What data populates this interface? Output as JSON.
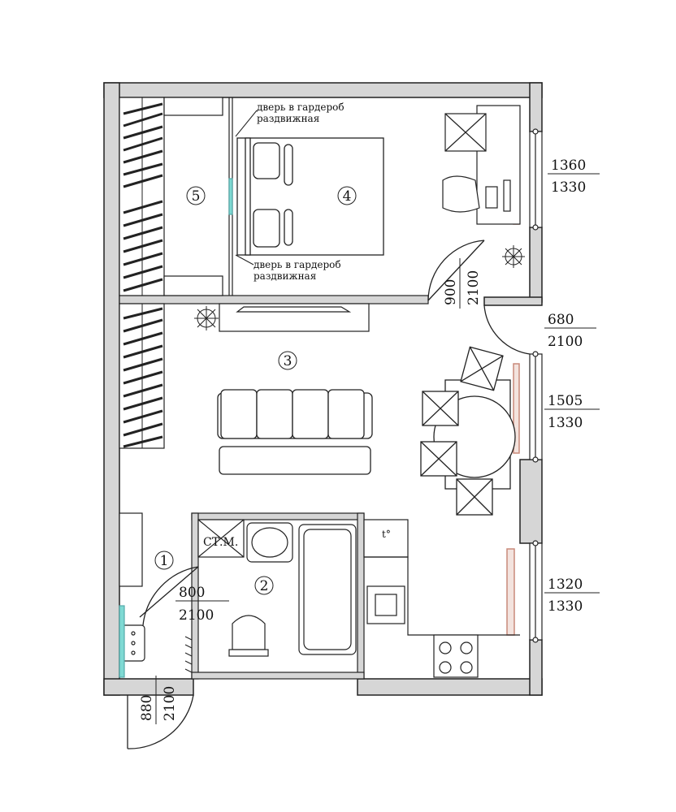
{
  "rooms": {
    "r1": "1",
    "r2": "2",
    "r3": "3",
    "r4": "4",
    "r5": "5"
  },
  "notes": {
    "wardrobe_door_top": [
      "дверь в гардероб",
      "раздвижная"
    ],
    "wardrobe_door_bottom": [
      "дверь в гардероб",
      "раздвижная"
    ],
    "stm": "СТ.М.",
    "boiler": "t°"
  },
  "windows": {
    "w1": {
      "width": "1360",
      "height": "1330"
    },
    "w2": {
      "width": "1505",
      "height": "1330"
    },
    "w3": {
      "width": "1320",
      "height": "1330"
    }
  },
  "doors": {
    "bedroom": {
      "width": "900",
      "height": "2100"
    },
    "balcony": {
      "width": "680",
      "height": "2100"
    },
    "bathroom": {
      "width": "800",
      "height": "2100"
    },
    "entrance": {
      "width": "880",
      "height": "2100"
    }
  },
  "colors": {
    "wall_fill": "#d6d6d6",
    "line": "#222222",
    "glass": "#7fd9d3",
    "radiator": "#c98a7a"
  }
}
